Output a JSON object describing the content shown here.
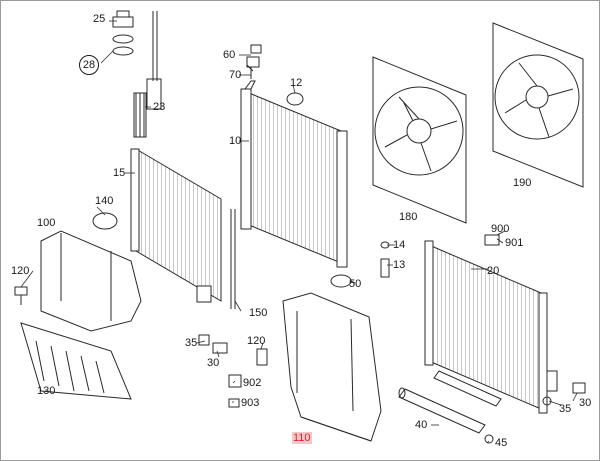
{
  "diagram": {
    "accent_color": "#e8202a",
    "labels": {
      "p10": "10",
      "p12": "12",
      "p13": "13",
      "p14": "14",
      "p15": "15",
      "p20": "20",
      "p23": "23",
      "p25": "25",
      "p28": "28",
      "p30a": "30",
      "p35a": "35",
      "p40": "40",
      "p45": "45",
      "p50": "50",
      "p60": "60",
      "p70": "70",
      "p100": "100",
      "p110": "110",
      "p120a": "120",
      "p120b": "120",
      "p130": "130",
      "p140": "140",
      "p150": "150",
      "p180": "180",
      "p190": "190",
      "p900": "900",
      "p901": "901",
      "p902": "902",
      "p903": "903",
      "p30b": "30",
      "p35b": "35"
    },
    "highlighted_label": "p110"
  }
}
